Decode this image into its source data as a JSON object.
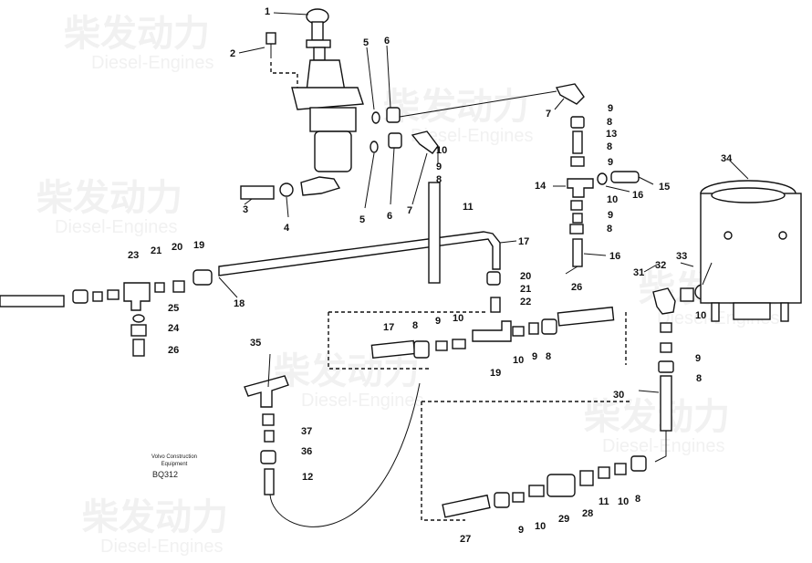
{
  "watermark": {
    "brand_cn": "柴发动力",
    "brand_en": "Diesel-Engines"
  },
  "caption": {
    "company": "Volvo Construction",
    "dept": "Equipment",
    "code": "BQ312"
  },
  "callouts": [
    "1",
    "2",
    "3",
    "4",
    "5",
    "5",
    "6",
    "6",
    "7",
    "7",
    "8",
    "8",
    "8",
    "8",
    "8",
    "8",
    "8",
    "8",
    "9",
    "9",
    "9",
    "9",
    "9",
    "9",
    "9",
    "9",
    "10",
    "10",
    "10",
    "10",
    "10",
    "10",
    "10",
    "11",
    "11",
    "12",
    "13",
    "14",
    "15",
    "16",
    "16",
    "17",
    "17",
    "18",
    "19",
    "19",
    "20",
    "20",
    "21",
    "21",
    "22",
    "23",
    "24",
    "25",
    "26",
    "26",
    "27",
    "28",
    "29",
    "30",
    "31",
    "32",
    "33",
    "34",
    "35",
    "36",
    "37"
  ]
}
